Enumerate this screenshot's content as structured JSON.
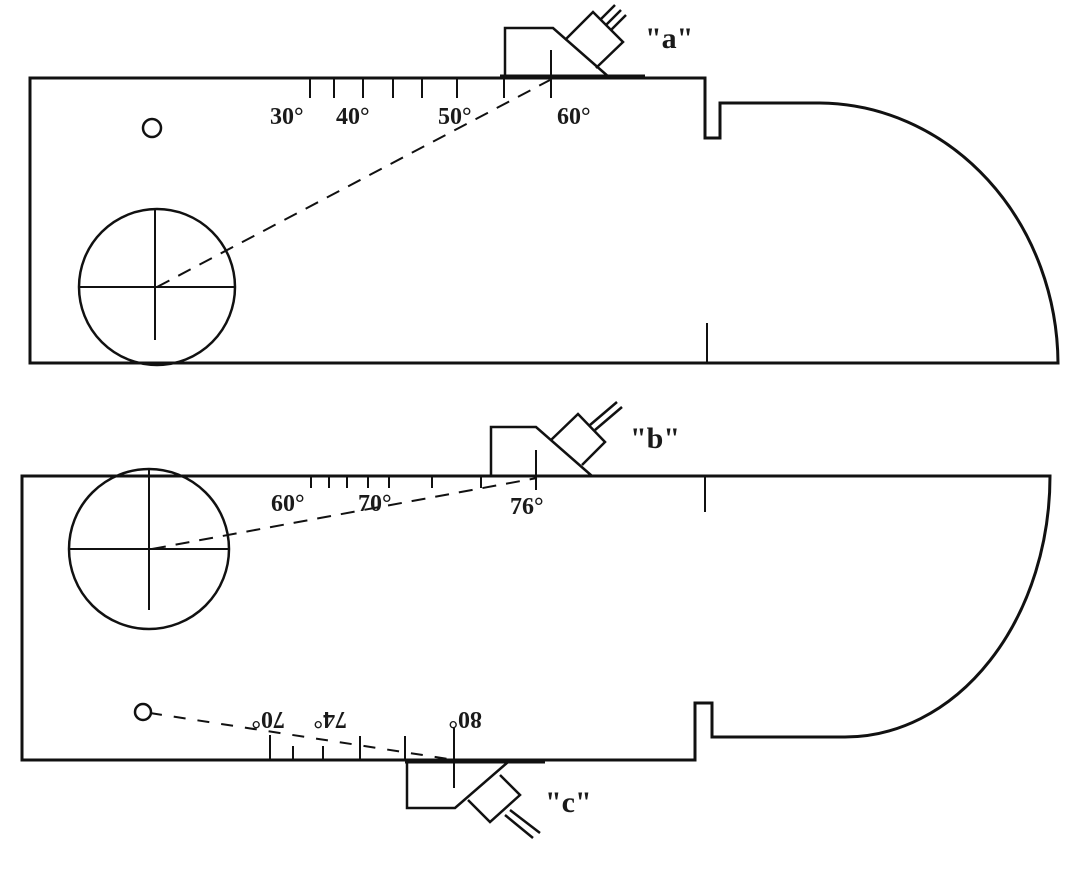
{
  "diagram_a": {
    "scale_labels": [
      "30°",
      "40°",
      "50°",
      "60°"
    ],
    "probe_label": "\"a\""
  },
  "diagram_b": {
    "scale_labels": [
      "60°",
      "70°",
      "76°"
    ],
    "probe_label": "\"b\""
  },
  "diagram_c": {
    "scale_labels": [
      "70°",
      "74°",
      "80°"
    ],
    "probe_label": "\"c\""
  },
  "colors": {
    "line": "#111111",
    "background": "#ffffff"
  }
}
